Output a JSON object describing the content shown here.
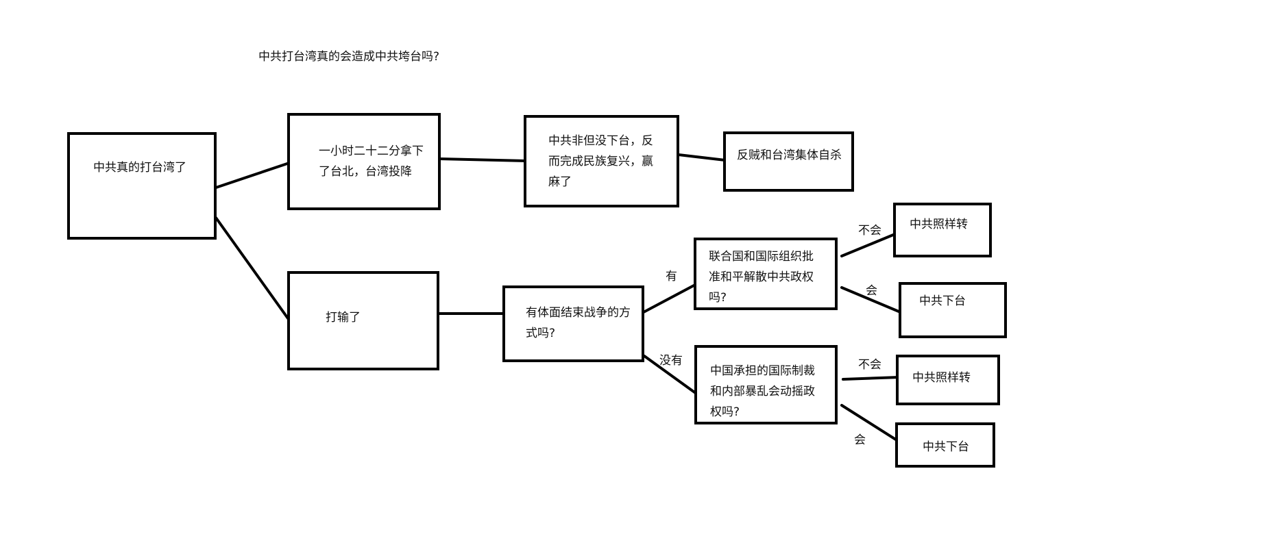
{
  "title": "中共打台湾真的会造成中共垮台吗?",
  "nodes": {
    "root": "中共真的打台湾了",
    "win_fast": "一小时二十二分拿下\n了台北，台湾投降",
    "win_revival": "中共非但没下台，反\n而完成民族复兴，赢\n麻了",
    "reactionary": "反贼和台湾集体自杀",
    "lose": "打输了",
    "graceful_end": "有体面结束战争的方\n式吗?",
    "un_dissolve": "联合国和国际组织批\n准和平解散中共政权\n吗?",
    "sanctions": "中国承担的国际制裁\n和内部暴乱会动摇政\n权吗?",
    "ccp_continues_1": "中共照样转",
    "ccp_falls_1": "中共下台",
    "ccp_continues_2": "中共照样转",
    "ccp_falls_2": "中共下台"
  },
  "edges": {
    "yes": "有",
    "no": "没有",
    "wont_1": "不会",
    "will_1": "会",
    "wont_2": "不会",
    "will_2": "会"
  }
}
